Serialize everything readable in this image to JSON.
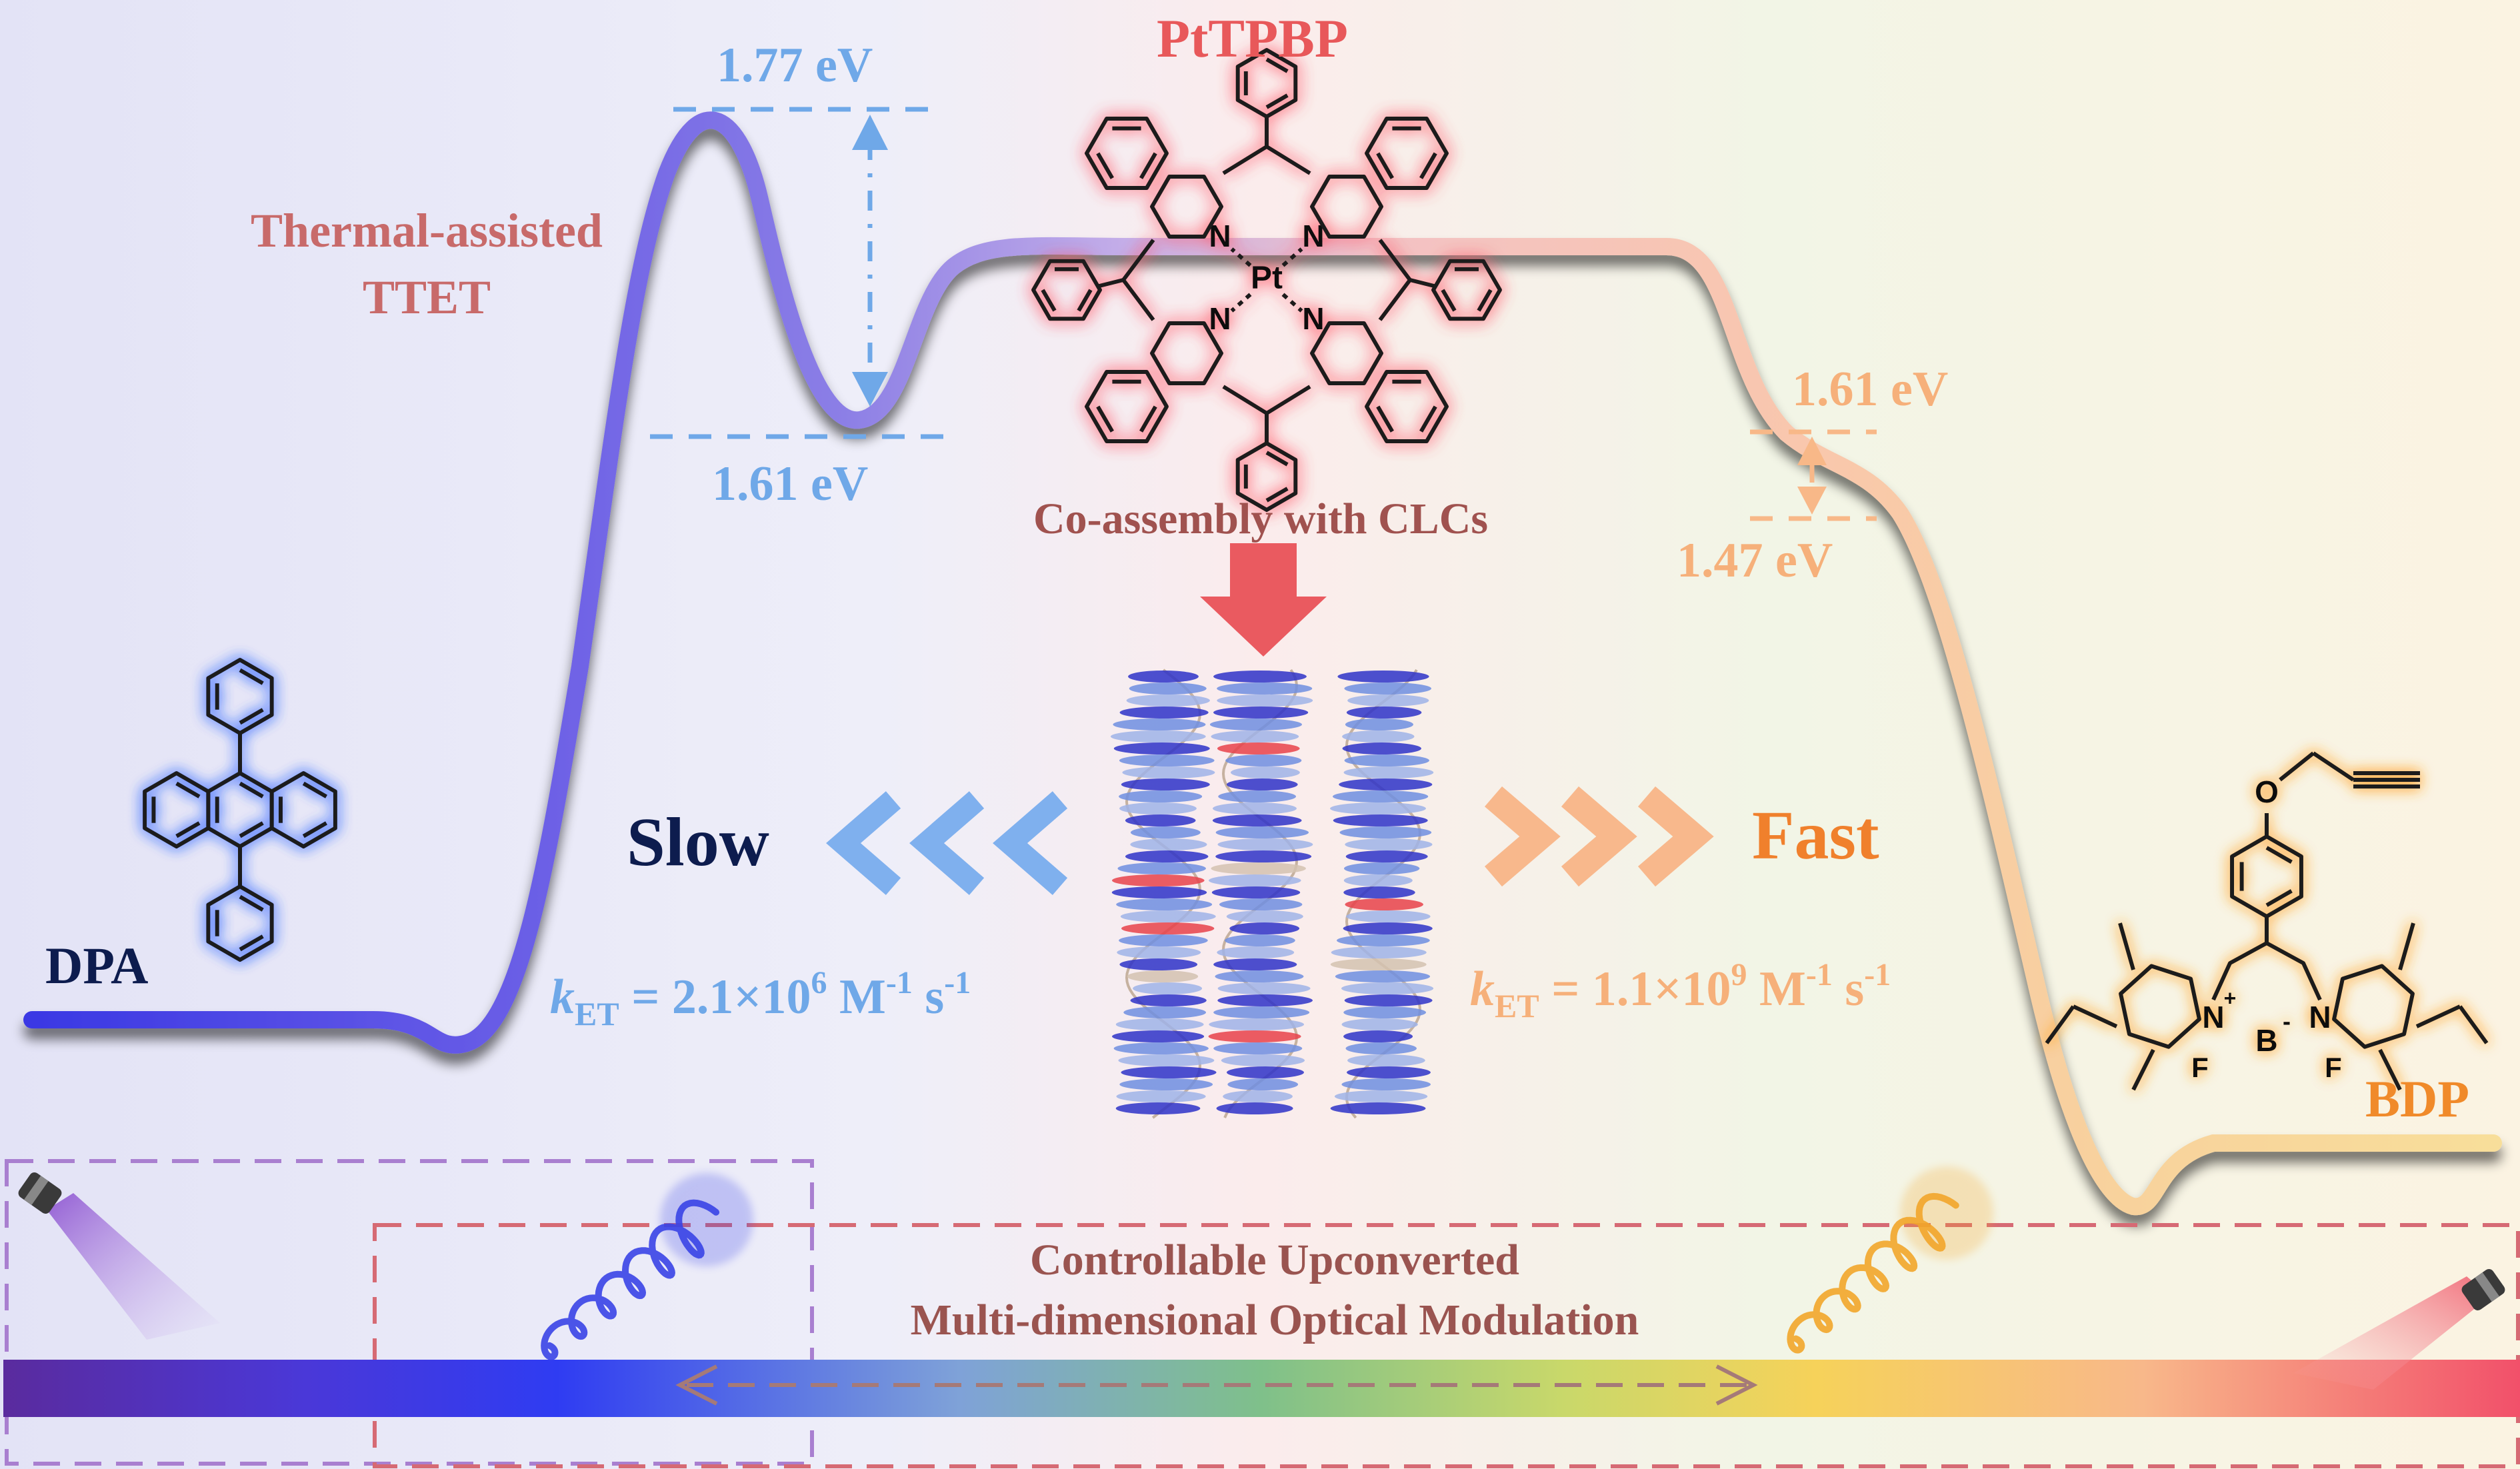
{
  "labels": {
    "pttpbp": "PtTPBP",
    "tag_pttpbp": "Co-assembly with CLCs",
    "thermal_line1": "Thermal-assisted",
    "thermal_line2": "TTET",
    "dpa": "DPA",
    "bdp": "BDP",
    "slow": "Slow",
    "fast": "Fast",
    "bottom_line1": "Controllable Upconverted",
    "bottom_line2": "Multi-dimensional Optical Modulation"
  },
  "energies": {
    "high_left": "1.77 eV",
    "low_left": "1.61 eV",
    "high_right": "1.61 eV",
    "low_right": "1.47 eV"
  },
  "rates": {
    "slow": {
      "k": "k",
      "sub": "ET",
      "eq": " = 2.1×10",
      "exp": "6",
      "unit1": " M",
      "unit1exp": "-1",
      "unit2": " s",
      "unit2exp": "-1"
    },
    "fast": {
      "k": "k",
      "sub": "ET",
      "eq": " = 1.1×10",
      "exp": "9",
      "unit1": " M",
      "unit1exp": "-1",
      "unit2": " s",
      "unit2exp": "-1"
    }
  },
  "molecule_atoms": {
    "n": "N",
    "pt": "Pt",
    "b": "B",
    "f": "F",
    "o": "O",
    "plus": "+",
    "minus": "-"
  },
  "colors": {
    "blue_label": "#6fa8e8",
    "orange_label": "#f6a66a",
    "red_title": "#e8585a",
    "brown_label": "#a0524f",
    "dark_navy": "#0d1c4e",
    "fast_orange": "#f0802c"
  }
}
